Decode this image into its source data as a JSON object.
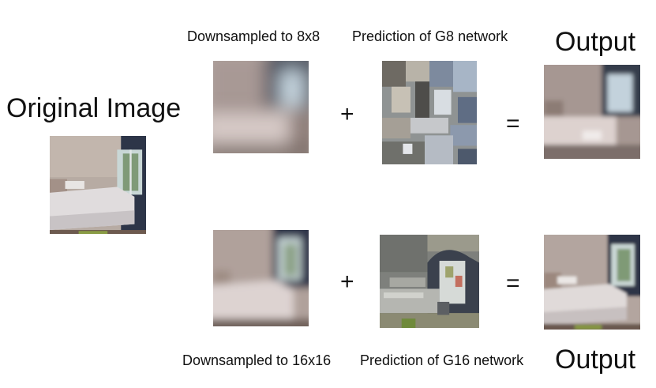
{
  "original": {
    "title": "Original Image"
  },
  "row1": {
    "downsampled_label": "Downsampled to 8x8",
    "prediction_label": "Prediction of G8 network",
    "output_label": "Output",
    "plus": "+",
    "equals": "="
  },
  "row2": {
    "downsampled_label": "Downsampled to 16x16",
    "prediction_label": "Prediction of G16 network",
    "output_label": "Output",
    "plus": "+",
    "equals": "="
  }
}
